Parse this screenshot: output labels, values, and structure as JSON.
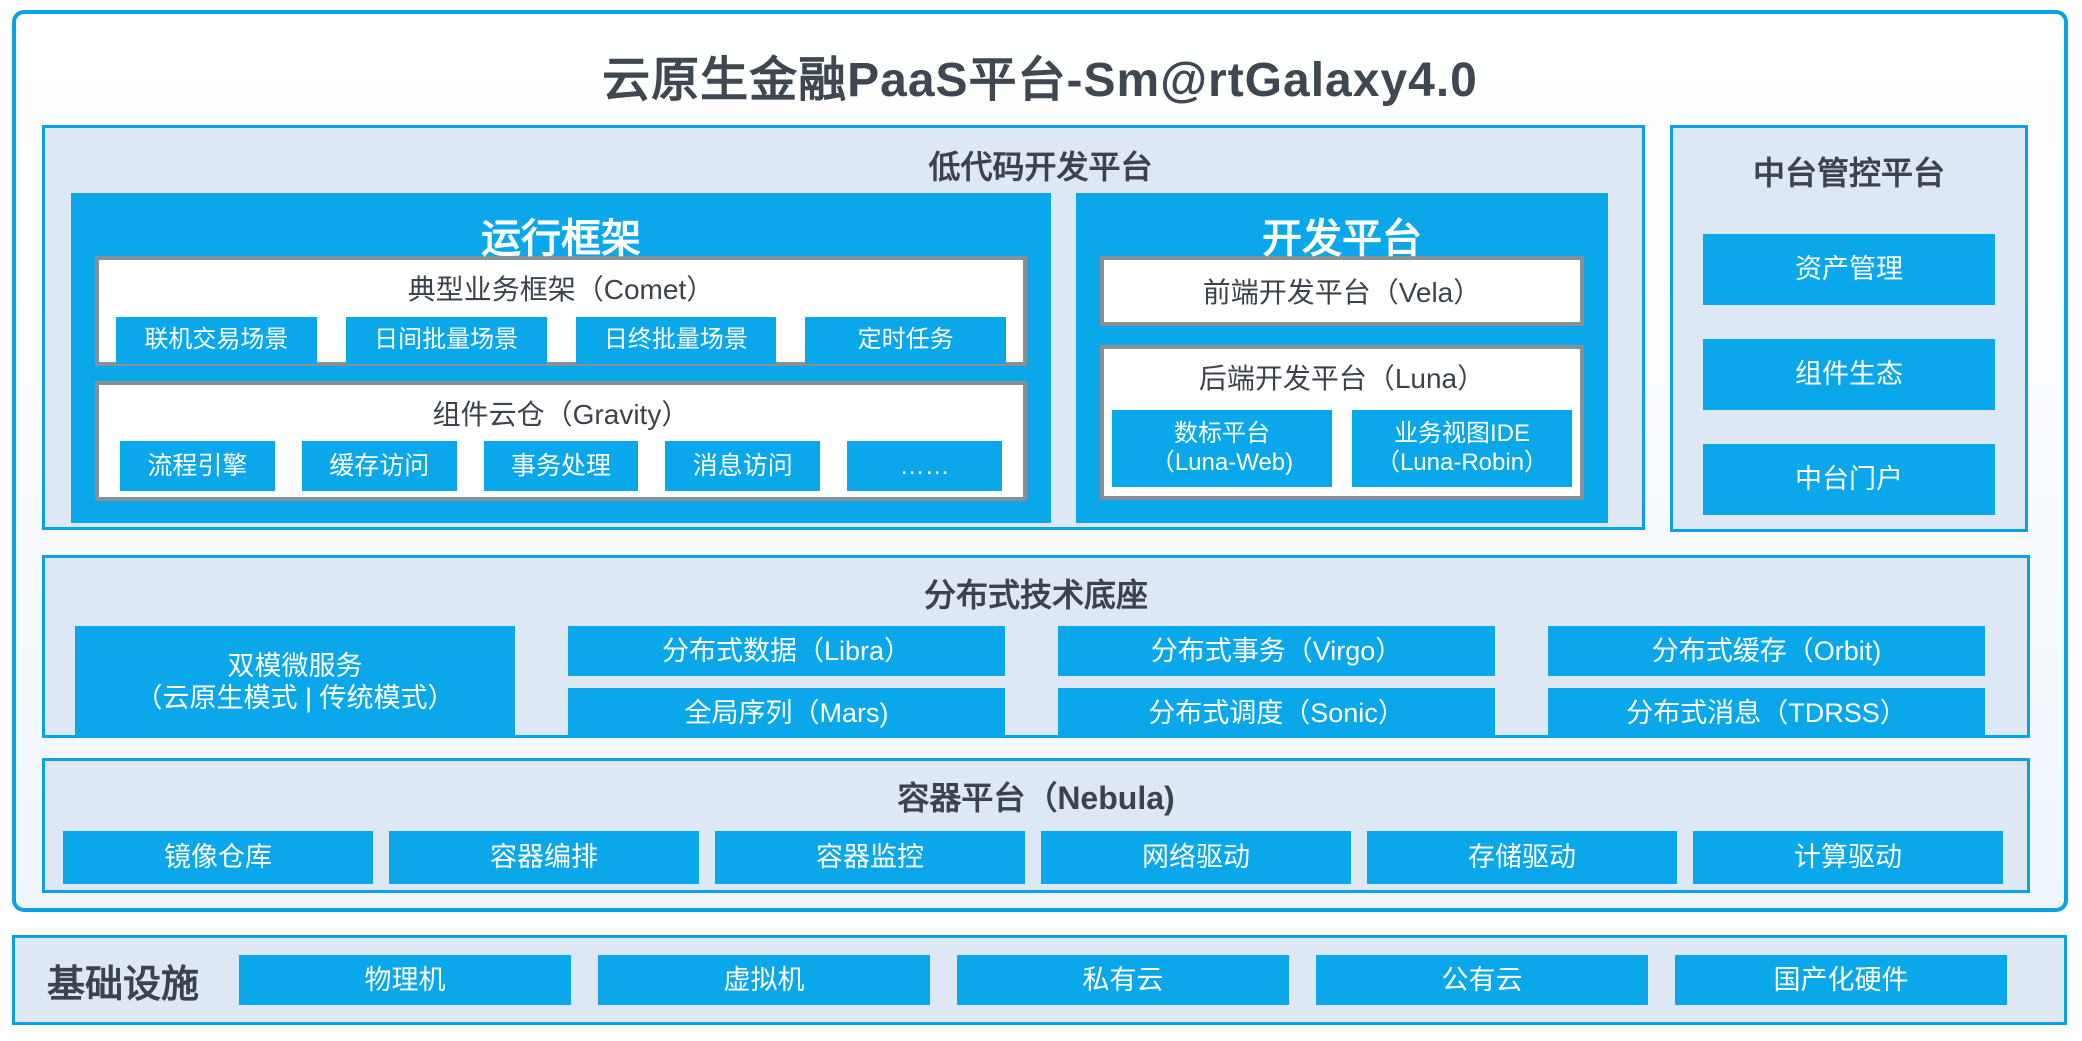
{
  "title": "云原生金融PaaS平台-Sm@rtGalaxy4.0",
  "colors": {
    "accent_blue": "#0aa7ea",
    "panel_background": "#dde8f4",
    "gray_box_border": "#878f97",
    "dark_text": "#3c434d"
  },
  "lowcode": {
    "title": "低代码开发平台",
    "runtime": {
      "title": "运行框架",
      "comet": {
        "title": "典型业务框架（Comet）",
        "items": [
          "联机交易场景",
          "日间批量场景",
          "日终批量场景",
          "定时任务"
        ]
      },
      "gravity": {
        "title": "组件云仓（Gravity）",
        "items": [
          "流程引擎",
          "缓存访问",
          "事务处理",
          "消息访问",
          "……"
        ]
      }
    },
    "dev": {
      "title": "开发平台",
      "vela": "前端开发平台（Vela）",
      "luna": {
        "title": "后端开发平台（Luna）",
        "items": [
          {
            "line1": "数标平台",
            "line2": "（Luna-Web)"
          },
          {
            "line1": "业务视图IDE",
            "line2": "（Luna-Robin）"
          }
        ]
      }
    }
  },
  "midplatform": {
    "title": "中台管控平台",
    "items": [
      "资产管理",
      "组件生态",
      "中台门户"
    ]
  },
  "distributed": {
    "title": "分布式技术底座",
    "dual_mode": {
      "line1": "双模微服务",
      "line2": "（云原生模式 | 传统模式）"
    },
    "col1": [
      "分布式数据（Libra）",
      "全局序列（Mars)"
    ],
    "col2": [
      "分布式事务（Virgo）",
      "分布式调度（Sonic）"
    ],
    "col3": [
      "分布式缓存（Orbit)",
      "分布式消息（TDRSS）"
    ]
  },
  "container_platform": {
    "title": "容器平台（Nebula)",
    "items": [
      "镜像仓库",
      "容器编排",
      "容器监控",
      "网络驱动",
      "存储驱动",
      "计算驱动"
    ]
  },
  "infrastructure": {
    "label": "基础设施",
    "items": [
      "物理机",
      "虚拟机",
      "私有云",
      "公有云",
      "国产化硬件"
    ]
  }
}
